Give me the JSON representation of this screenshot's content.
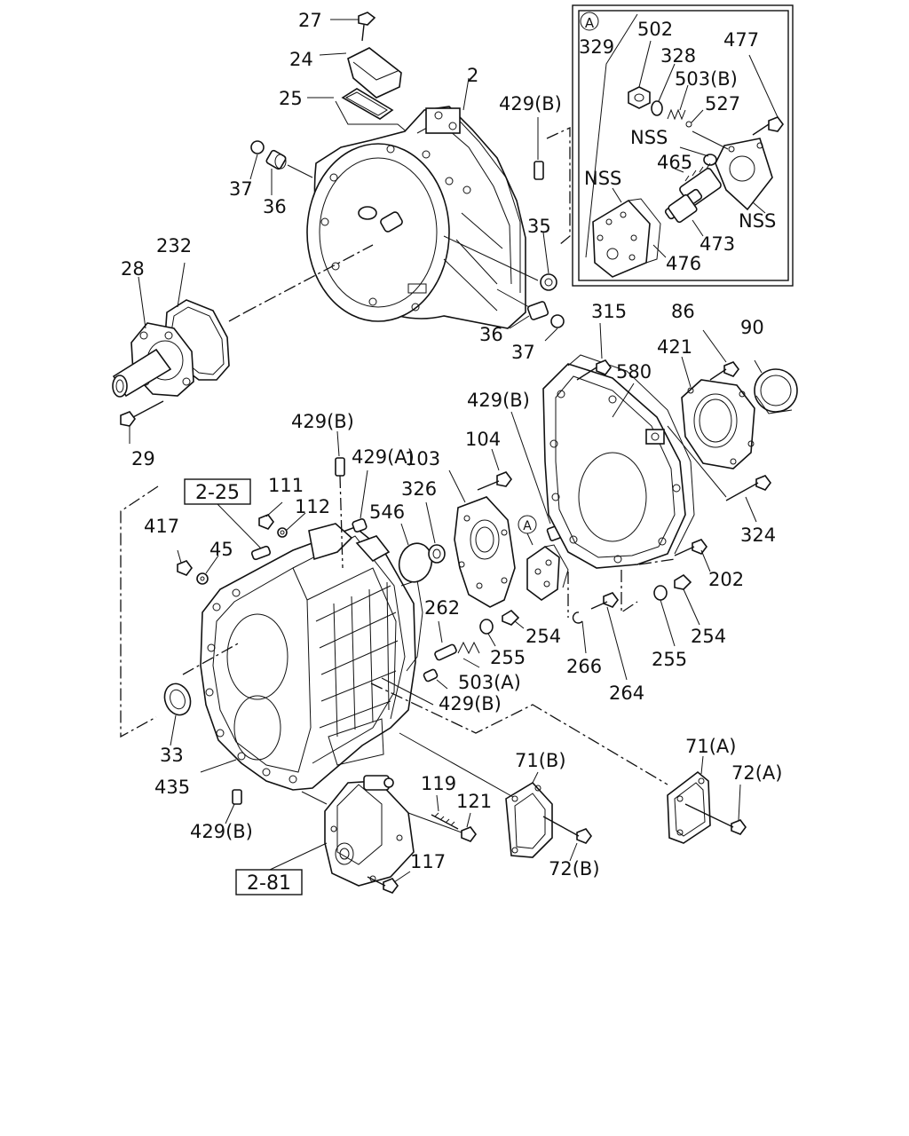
{
  "diagram": {
    "inset_marker": "A",
    "callouts": {
      "c27": "27",
      "c24": "24",
      "c25": "25",
      "c2": "2",
      "c37a": "37",
      "c36a": "36",
      "c429b_1": "429(B)",
      "c35": "35",
      "c232": "232",
      "c28": "28",
      "c29": "29",
      "c36b": "36",
      "c37b": "37",
      "c315": "315",
      "c86": "86",
      "c90": "90",
      "c421": "421",
      "c580": "580",
      "c429b_2": "429(B)",
      "c429b_3": "429(B)",
      "c104": "104",
      "c429a": "429(A)",
      "c103": "103",
      "c326": "326",
      "c111": "111",
      "c112": "112",
      "c546": "546",
      "c417": "417",
      "c45": "45",
      "c324": "324",
      "c202": "202",
      "c254a": "254",
      "c262": "262",
      "c255a": "255",
      "c254b": "254",
      "c255b": "255",
      "c503a": "503(A)",
      "c266": "266",
      "c264": "264",
      "c429b_4": "429(B)",
      "c33": "33",
      "c435": "435",
      "c71b": "71(B)",
      "c71a": "71(A)",
      "c72a": "72(A)",
      "c119": "119",
      "c121": "121",
      "c429b_5": "429(B)",
      "c117": "117",
      "c72b": "72(B)",
      "i329": "329",
      "i502": "502",
      "i328": "328",
      "i503b": "503(B)",
      "i477": "477",
      "i527": "527",
      "inss1": "NSS",
      "i465": "465",
      "inss2": "NSS",
      "inss3": "NSS",
      "i473": "473",
      "i476": "476"
    },
    "ref_boxes": {
      "ref_2_25": "2-25",
      "ref_2_81": "2-81"
    }
  }
}
